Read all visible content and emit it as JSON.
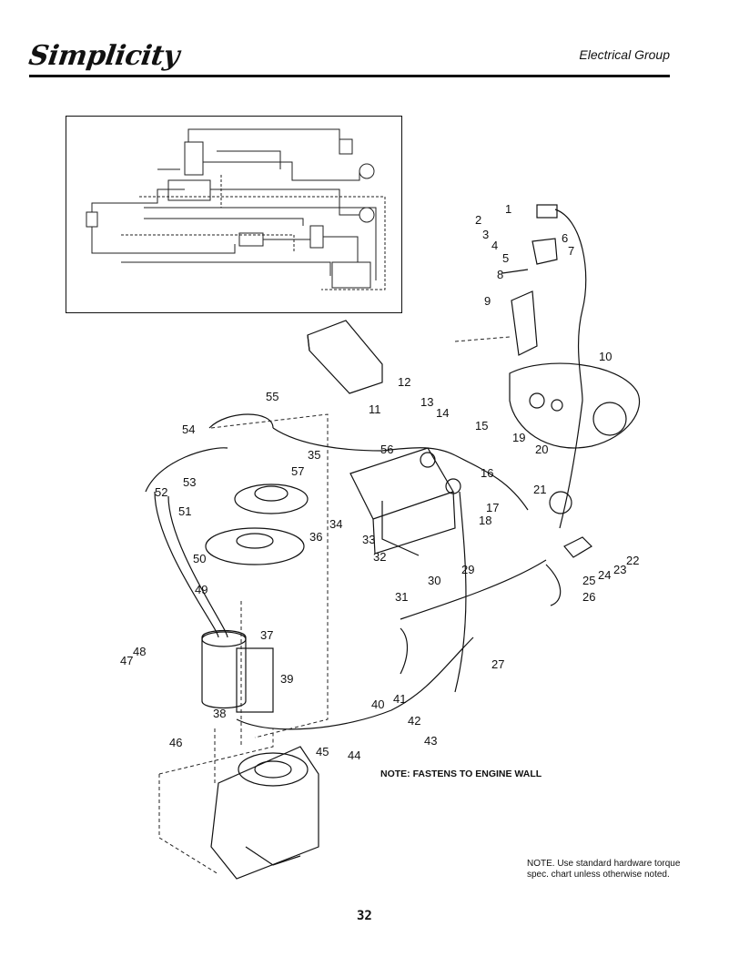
{
  "header": {
    "brand": "Simplicity",
    "section": "Electrical Group"
  },
  "diagram": {
    "callouts": [
      "1",
      "2",
      "3",
      "4",
      "5",
      "6",
      "7",
      "8",
      "9",
      "10",
      "11",
      "12",
      "13",
      "14",
      "15",
      "16",
      "17",
      "18",
      "19",
      "20",
      "21",
      "22",
      "23",
      "24",
      "25",
      "26",
      "27",
      "29",
      "30",
      "31",
      "32",
      "33",
      "34",
      "35",
      "36",
      "37",
      "38",
      "39",
      "40",
      "41",
      "42",
      "43",
      "44",
      "45",
      "46",
      "47",
      "48",
      "49",
      "50",
      "51",
      "52",
      "53",
      "54",
      "55",
      "56",
      "57"
    ],
    "notes": {
      "fastens": "NOTE:  FASTENS TO ENGINE WALL",
      "hardware": "NOTE. Use standard hardware torque spec. chart unless otherwise noted."
    }
  },
  "footer": {
    "page_number": "32"
  }
}
